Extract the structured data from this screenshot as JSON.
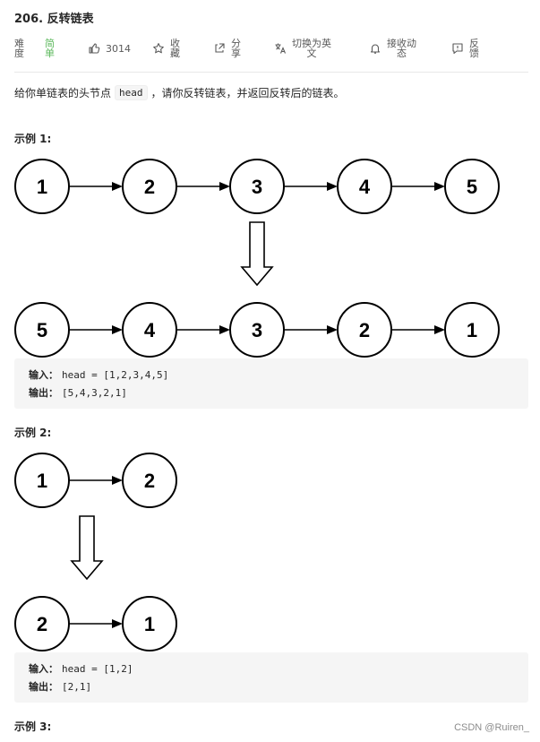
{
  "problem": {
    "title": "206. 反转链表"
  },
  "toolbar": {
    "difficulty_label_1": "难",
    "difficulty_label_2": "度",
    "difficulty_value_1": "简",
    "difficulty_value_2": "单",
    "likes": "3014",
    "favorite_1": "收",
    "favorite_2": "藏",
    "share_1": "分",
    "share_2": "享",
    "translate_1": "切换为英",
    "translate_2": "文",
    "notify_1": "接收动",
    "notify_2": "态",
    "feedback_1": "反",
    "feedback_2": "馈",
    "accent_color": "#5cb85c",
    "icons": [
      "thumbs-up-icon",
      "star-icon",
      "share-icon",
      "translate-icon",
      "bell-icon",
      "feedback-icon"
    ]
  },
  "description": {
    "before": "给你单链表的头节点",
    "code": "head",
    "after": "，请你反转链表，并返回反转后的链表。"
  },
  "examples": [
    {
      "title": "示例 1:",
      "list_before": [
        "1",
        "2",
        "3",
        "4",
        "5"
      ],
      "list_after": [
        "5",
        "4",
        "3",
        "2",
        "1"
      ],
      "input_label": "输入：",
      "input_value": "head = [1,2,3,4,5]",
      "output_label": "输出：",
      "output_value": "[5,4,3,2,1]"
    },
    {
      "title": "示例 2:",
      "list_before": [
        "1",
        "2"
      ],
      "list_after": [
        "2",
        "1"
      ],
      "input_label": "输入：",
      "input_value": "head = [1,2]",
      "output_label": "输出：",
      "output_value": "[2,1]"
    },
    {
      "title": "示例 3:"
    }
  ],
  "watermark": "CSDN @Ruiren_"
}
